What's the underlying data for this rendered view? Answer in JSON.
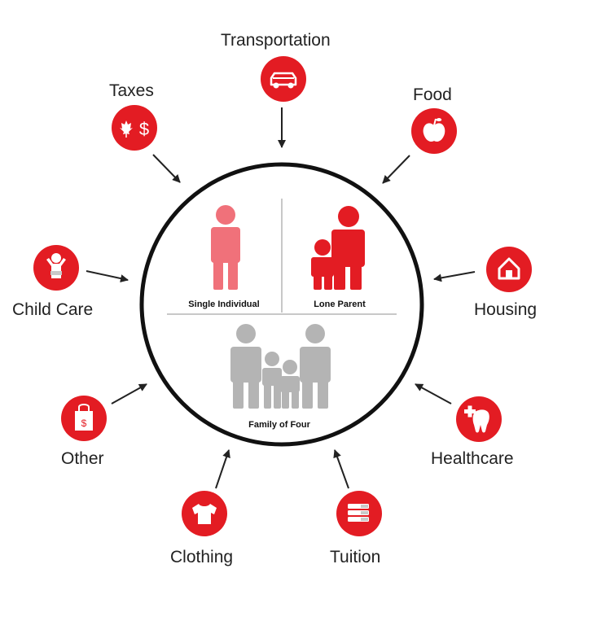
{
  "colors": {
    "accent": "#e31c23",
    "single": "#f0717a",
    "lone": "#e31c23",
    "family": "#b4b4b4",
    "ring": "#111111",
    "arrow": "#222222"
  },
  "center": {
    "single_label": "Single Individual",
    "lone_label": "Lone Parent",
    "family_label": "Family of Four"
  },
  "nodes": {
    "transportation": {
      "label": "Transportation",
      "icon": "car-icon"
    },
    "taxes": {
      "label": "Taxes",
      "icon": "maple-leaf-dollar-icon",
      "glyph": "$"
    },
    "food": {
      "label": "Food",
      "icon": "apple-icon"
    },
    "child_care": {
      "label": "Child Care",
      "icon": "baby-icon"
    },
    "housing": {
      "label": "Housing",
      "icon": "house-icon"
    },
    "other": {
      "label": "Other",
      "icon": "shopping-bag-icon",
      "glyph": "$"
    },
    "healthcare": {
      "label": "Healthcare",
      "icon": "tooth-icon"
    },
    "clothing": {
      "label": "Clothing",
      "icon": "t-shirt-icon"
    },
    "tuition": {
      "label": "Tuition",
      "icon": "books-icon"
    }
  }
}
